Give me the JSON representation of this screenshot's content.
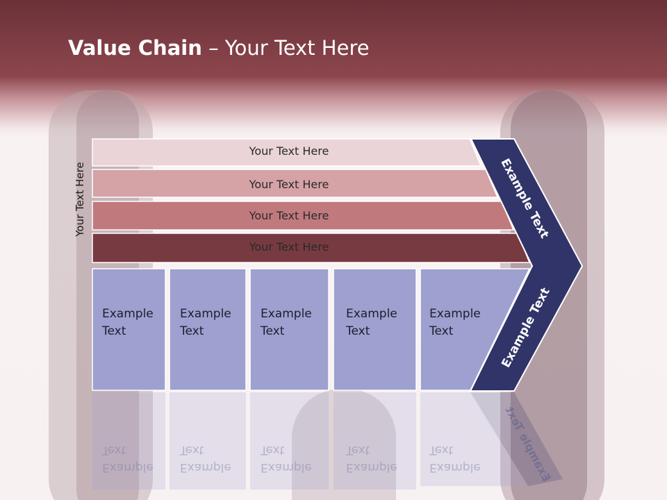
{
  "title": {
    "bold": "Value Chain",
    "rest": " – Your Text Here"
  },
  "side_label": "Your Text Here",
  "bars": [
    {
      "label": "Your Text Here",
      "color": "#ead4d7"
    },
    {
      "label": "Your Text Here",
      "color": "#d5a2a6"
    },
    {
      "label": "Your Text Here",
      "color": "#c07a7e"
    },
    {
      "label": "Your Text Here",
      "color": "#773a41"
    }
  ],
  "boxes": [
    {
      "line1": "Example",
      "line2": "Text"
    },
    {
      "line1": "Example",
      "line2": "Text"
    },
    {
      "line1": "Example",
      "line2": "Text"
    },
    {
      "line1": "Example",
      "line2": "Text"
    },
    {
      "line1": "Example",
      "line2": "Text"
    }
  ],
  "arrow": {
    "upper": "Example Text",
    "lower": "Example Text",
    "color": "#313468"
  },
  "box_color": "#9ea0d0"
}
